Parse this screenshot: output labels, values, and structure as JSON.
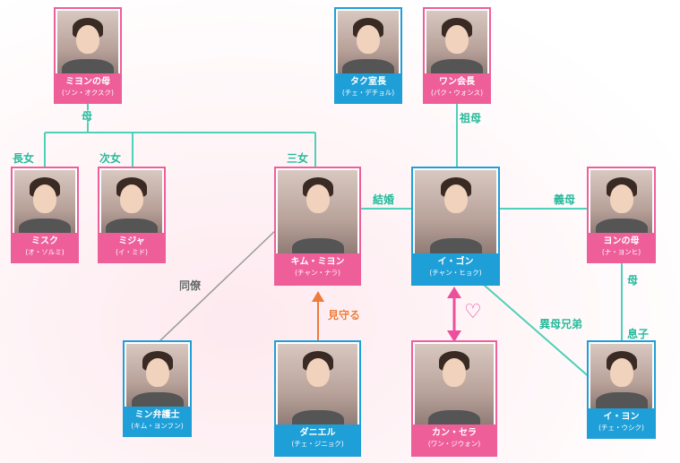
{
  "diagram": {
    "characters": {
      "miyon_mother": {
        "name": "ミヨンの母",
        "actor": "(ソン・オクスク)"
      },
      "taku": {
        "name": "タク室長",
        "actor": "(チェ・デチョル)"
      },
      "wan": {
        "name": "ワン会長",
        "actor": "(パク・ウォンス)"
      },
      "misuku": {
        "name": "ミスク",
        "actor": "(オ・ソルミ)"
      },
      "mija": {
        "name": "ミジャ",
        "actor": "(イ・ミド)"
      },
      "kim_miyon": {
        "name": "キム・ミヨン",
        "actor": "(チャン・ナラ)"
      },
      "i_gon": {
        "name": "イ・ゴン",
        "actor": "(チャン・ヒョク)"
      },
      "yon_mother": {
        "name": "ヨンの母",
        "actor": "(ナ・ヨンヒ)"
      },
      "min": {
        "name": "ミン弁護士",
        "actor": "(キム・ヨンフン)"
      },
      "daniel": {
        "name": "ダニエル",
        "actor": "(チェ・ジニョク)"
      },
      "kang_sera": {
        "name": "カン・セラ",
        "actor": "(ワン・ジウォン)"
      },
      "i_yon": {
        "name": "イ・ヨン",
        "actor": "(チェ・ウシク)"
      }
    },
    "relations": {
      "mother": "母",
      "grandmother": "祖母",
      "eldest_daughter": "長女",
      "second_daughter": "次女",
      "third_daughter": "三女",
      "marriage": "結婚",
      "stepmother": "義母",
      "colleague": "同僚",
      "watching": "見守る",
      "half_brother": "異母兄弟",
      "mother2": "母",
      "son": "息子"
    },
    "colors": {
      "pink": "#ee5f9a",
      "blue": "#1f9fd8",
      "teal_line": "#4fd0b8",
      "orange_arrow": "#f07a3a",
      "heart": "#ec4f9c"
    }
  }
}
